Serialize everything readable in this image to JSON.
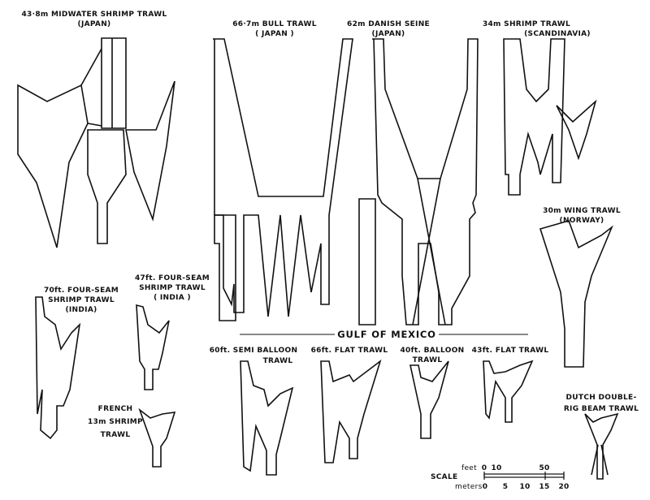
{
  "nets": {
    "midwater": {
      "title": "43·8m MIDWATER SHRIMP TRAWL",
      "origin": "(JAPAN)"
    },
    "bull": {
      "title": "66·7m BULL TRAWL",
      "origin": "( JAPAN )"
    },
    "danish": {
      "title": "62m DANISH SEINE",
      "origin": "(JAPAN)"
    },
    "scandinavia": {
      "title": "34m SHRIMP TRAWL",
      "origin": "(SCANDINAVIA)"
    },
    "wing": {
      "title": "30m WING TRAWL",
      "origin": "(NORWAY)"
    },
    "india70": {
      "line1": "70ft. FOUR-SEAM",
      "line2": "SHRIMP TRAWL",
      "origin": "(INDIA)"
    },
    "india47": {
      "line1": "47ft. FOUR-SEAM",
      "line2": "SHRIMP TRAWL",
      "origin": "( INDIA )"
    },
    "french": {
      "line1": "FRENCH",
      "line2": "13m SHRIMP",
      "line3": "TRAWL"
    },
    "dutch": {
      "line1": "DUTCH DOUBLE-",
      "line2": "RIG BEAM TRAWL"
    }
  },
  "gulf": {
    "heading": "GULF OF MEXICO",
    "semi_balloon": {
      "line1": "60ft. SEMI BALLOON",
      "line2": "TRAWL"
    },
    "flat66": "66ft. FLAT TRAWL",
    "balloon": {
      "line1": "40ft. BALLOON",
      "line2": "TRAWL"
    },
    "flat43": "43ft. FLAT TRAWL"
  },
  "scale": {
    "label": "SCALE",
    "feet_label": "feet",
    "feet_ticks": [
      "0",
      "10",
      "50"
    ],
    "meters_label": "meters",
    "meters_ticks": [
      "0",
      "5",
      "10",
      "15",
      "20"
    ]
  }
}
